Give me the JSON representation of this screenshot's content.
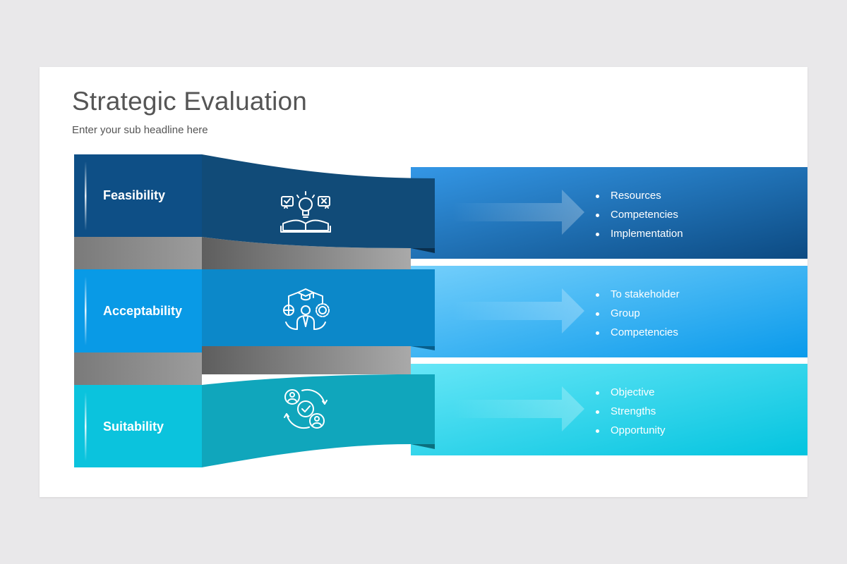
{
  "header": {
    "title": "Strategic Evaluation",
    "subtitle": "Enter your sub headline here"
  },
  "rows": [
    {
      "label": "Feasibility",
      "icon": "idea-book-icon",
      "bullets": [
        "Resources",
        "Competencies",
        "Implementation"
      ],
      "colors": {
        "base": "#0e4f86",
        "ribbon": "#114a76",
        "panel_from": "#2f8ee0",
        "panel_to": "#0c4b85"
      }
    },
    {
      "label": "Acceptability",
      "icon": "stakeholder-icon",
      "bullets": [
        "To stakeholder",
        "Group",
        "Competencies"
      ],
      "colors": {
        "base": "#099ae6",
        "ribbon": "#0b87c9",
        "panel_from": "#6ccbfa",
        "panel_to": "#0a9aec"
      }
    },
    {
      "label": "Suitability",
      "icon": "user-check-cycle-icon",
      "bullets": [
        "Objective",
        "Strengths",
        "Opportunity"
      ],
      "colors": {
        "base": "#0bc3dd",
        "ribbon": "#10a6bb",
        "panel_from": "#5ee3f5",
        "panel_to": "#05c6e1"
      }
    }
  ]
}
